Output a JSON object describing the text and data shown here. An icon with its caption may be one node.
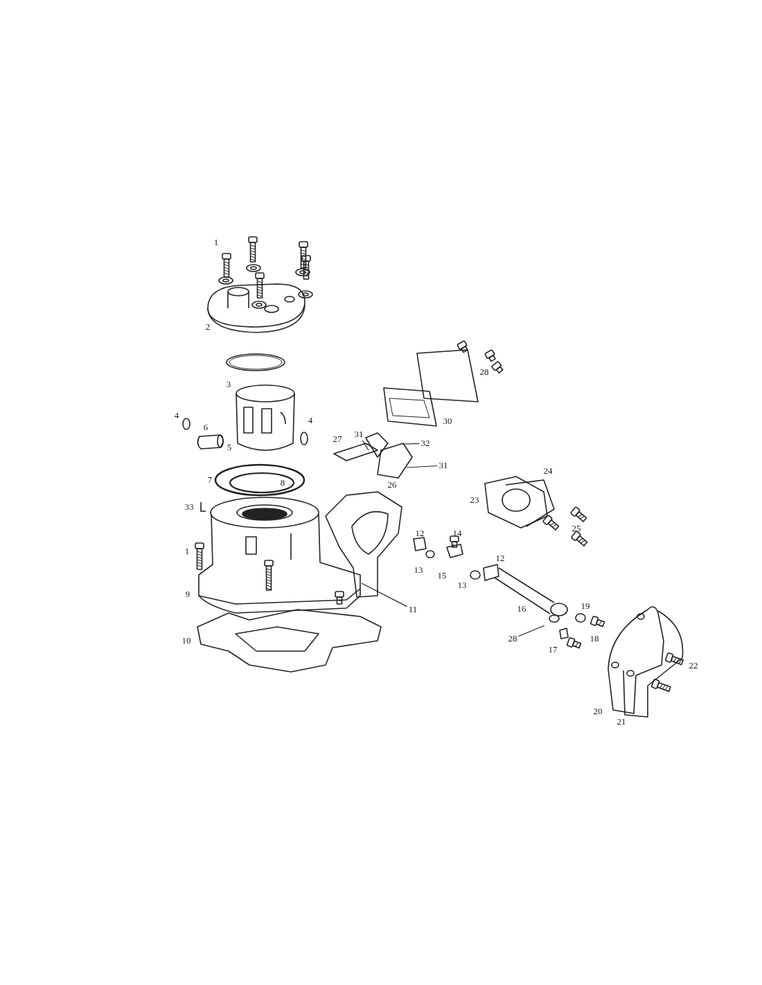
{
  "diagram": {
    "nodes": [
      {
        "text": [
          "31"
        ]
      },
      {
        "text": [
          "32"
        ]
      },
      {
        "text": [
          "31"
        ]
      },
      {
        "text": [
          "11"
        ]
      },
      {
        "text": [
          "28"
        ]
      }
    ],
    "edges": [
      {
        "from": 0,
        "to": null,
        "arrow": "none"
      },
      {
        "from": 1,
        "to": null,
        "arrow": "none"
      },
      {
        "from": 2,
        "to": null,
        "arrow": "none"
      },
      {
        "from": 3,
        "to": null,
        "arrow": "none"
      },
      {
        "from": 4,
        "to": null,
        "arrow": "none"
      }
    ],
    "labels": [
      "1",
      "2",
      "28",
      "3",
      "4",
      "6",
      "30",
      "4",
      "27",
      "5",
      "26",
      "7",
      "8",
      "24",
      "23",
      "33",
      "25",
      "12",
      "1",
      "14",
      "13",
      "15",
      "13",
      "12",
      "9",
      "16",
      "19",
      "18",
      "17",
      "10",
      "22",
      "20",
      "21"
    ]
  }
}
